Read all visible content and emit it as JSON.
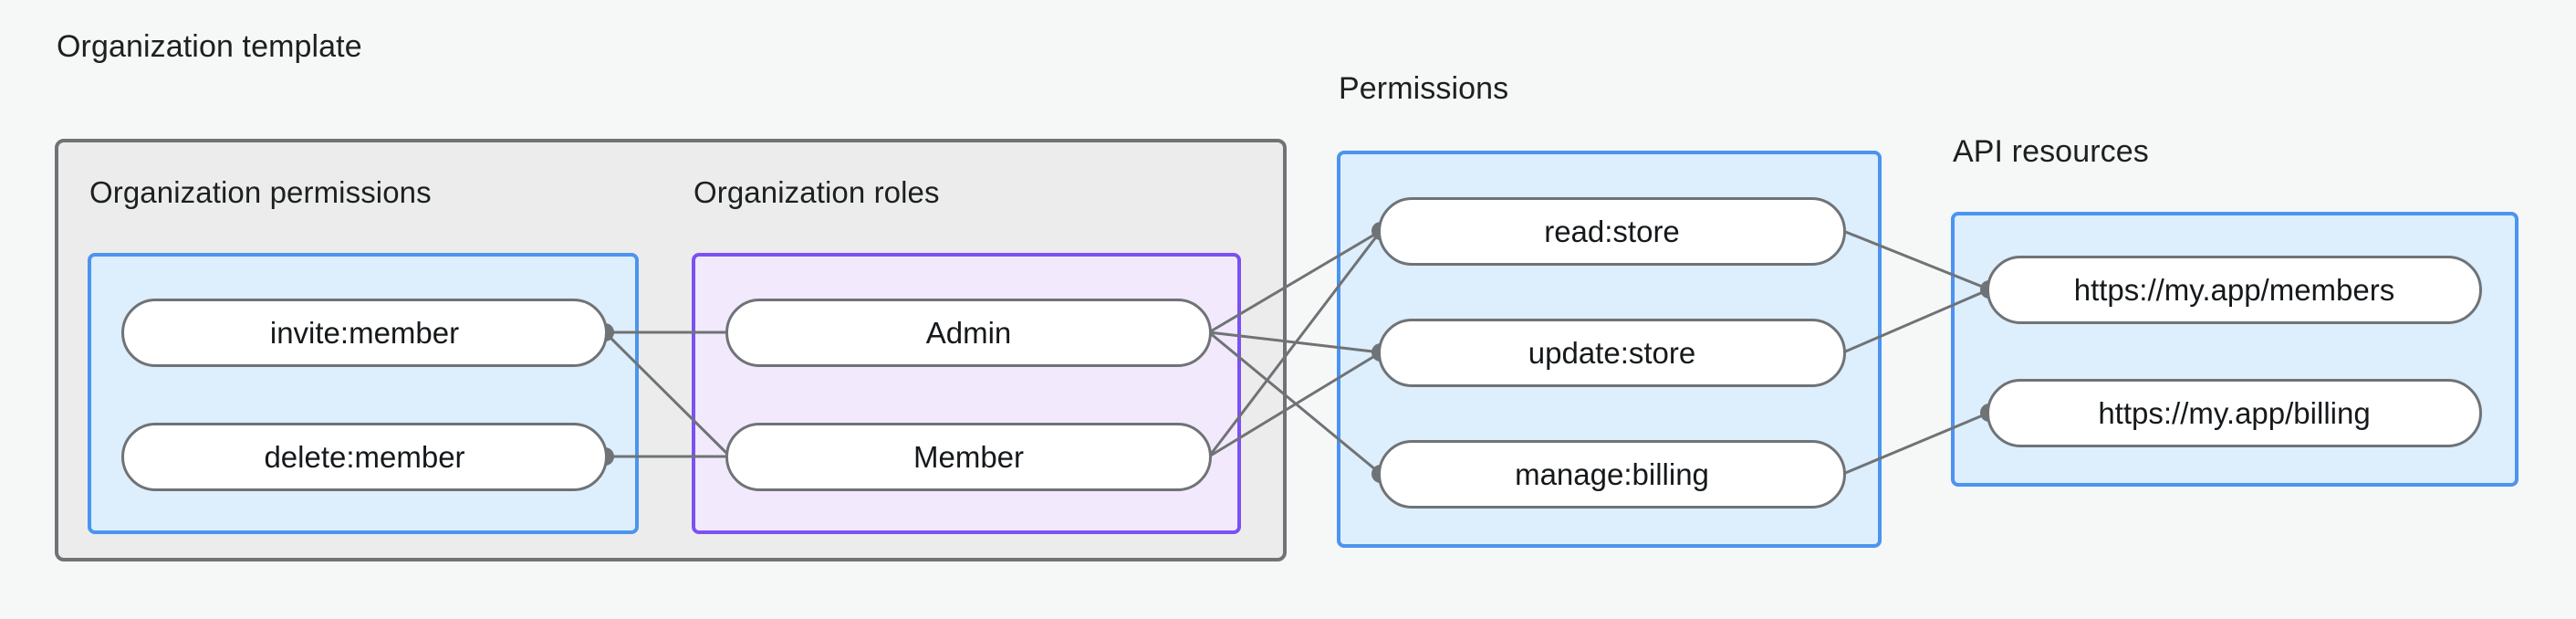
{
  "diagram": {
    "title_labels": {
      "organization_template": "Organization template",
      "permissions": "Permissions",
      "api_resources": "API resources",
      "organization_permissions": "Organization permissions",
      "organization_roles": "Organization roles"
    },
    "colors": {
      "background": "#f6f7f7",
      "outer_container_fill": "#ececec",
      "outer_container_border": "#6f7376",
      "blue_fill": "#ddeefc",
      "blue_border": "#4b94ef",
      "purple_fill": "#f2eafc",
      "purple_border": "#7b51f4",
      "node_fill": "#ffffff",
      "node_border": "#6f7376",
      "edge": "#6f7376",
      "text": "#16191b"
    },
    "groups": [
      {
        "id": "organization-template",
        "label": "Organization template",
        "subgroups": [
          {
            "id": "organization-permissions",
            "label": "Organization permissions",
            "style": "blue",
            "nodes": [
              "invite:member",
              "delete:member"
            ]
          },
          {
            "id": "organization-roles",
            "label": "Organization roles",
            "style": "purple",
            "nodes": [
              "Admin",
              "Member"
            ]
          }
        ]
      },
      {
        "id": "permissions",
        "label": "Permissions",
        "style": "blue",
        "nodes": [
          "read:store",
          "update:store",
          "manage:billing"
        ]
      },
      {
        "id": "api-resources",
        "label": "API resources",
        "style": "blue",
        "nodes": [
          "https://my.app/members",
          "https://my.app/billing"
        ]
      }
    ],
    "nodes": {
      "invite_member": "invite:member",
      "delete_member": "delete:member",
      "admin": "Admin",
      "member": "Member",
      "read_store": "read:store",
      "update_store": "update:store",
      "manage_billing": "manage:billing",
      "members_resource": "https://my.app/members",
      "billing_resource": "https://my.app/billing"
    },
    "edges": [
      {
        "from": "invite:member",
        "to": "Admin"
      },
      {
        "from": "invite:member",
        "to": "Member"
      },
      {
        "from": "delete:member",
        "to": "Member"
      },
      {
        "from": "Admin",
        "to": "read:store"
      },
      {
        "from": "Admin",
        "to": "update:store"
      },
      {
        "from": "Admin",
        "to": "manage:billing"
      },
      {
        "from": "Member",
        "to": "read:store"
      },
      {
        "from": "Member",
        "to": "update:store"
      },
      {
        "from": "read:store",
        "to": "https://my.app/members"
      },
      {
        "from": "update:store",
        "to": "https://my.app/members"
      },
      {
        "from": "manage:billing",
        "to": "https://my.app/billing"
      }
    ]
  }
}
